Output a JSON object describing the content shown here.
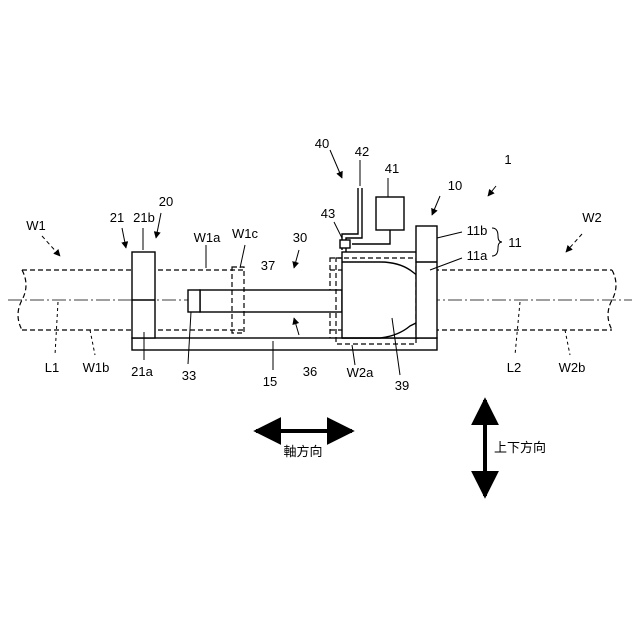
{
  "labels": {
    "n1": "1",
    "n10": "10",
    "n11": "11",
    "n11a": "11a",
    "n11b": "11b",
    "n15": "15",
    "n20": "20",
    "n21": "21",
    "n21a": "21a",
    "n21b": "21b",
    "n30": "30",
    "n33": "33",
    "n36": "36",
    "n37": "37",
    "n39": "39",
    "n40": "40",
    "n41": "41",
    "n42": "42",
    "n43": "43",
    "W1": "W1",
    "W1a": "W1a",
    "W1b": "W1b",
    "W1c": "W1c",
    "W2": "W2",
    "W2a": "W2a",
    "W2b": "W2b",
    "L1": "L1",
    "L2": "L2"
  },
  "directions": {
    "axial": "軸方向",
    "vertical": "上下方向"
  }
}
